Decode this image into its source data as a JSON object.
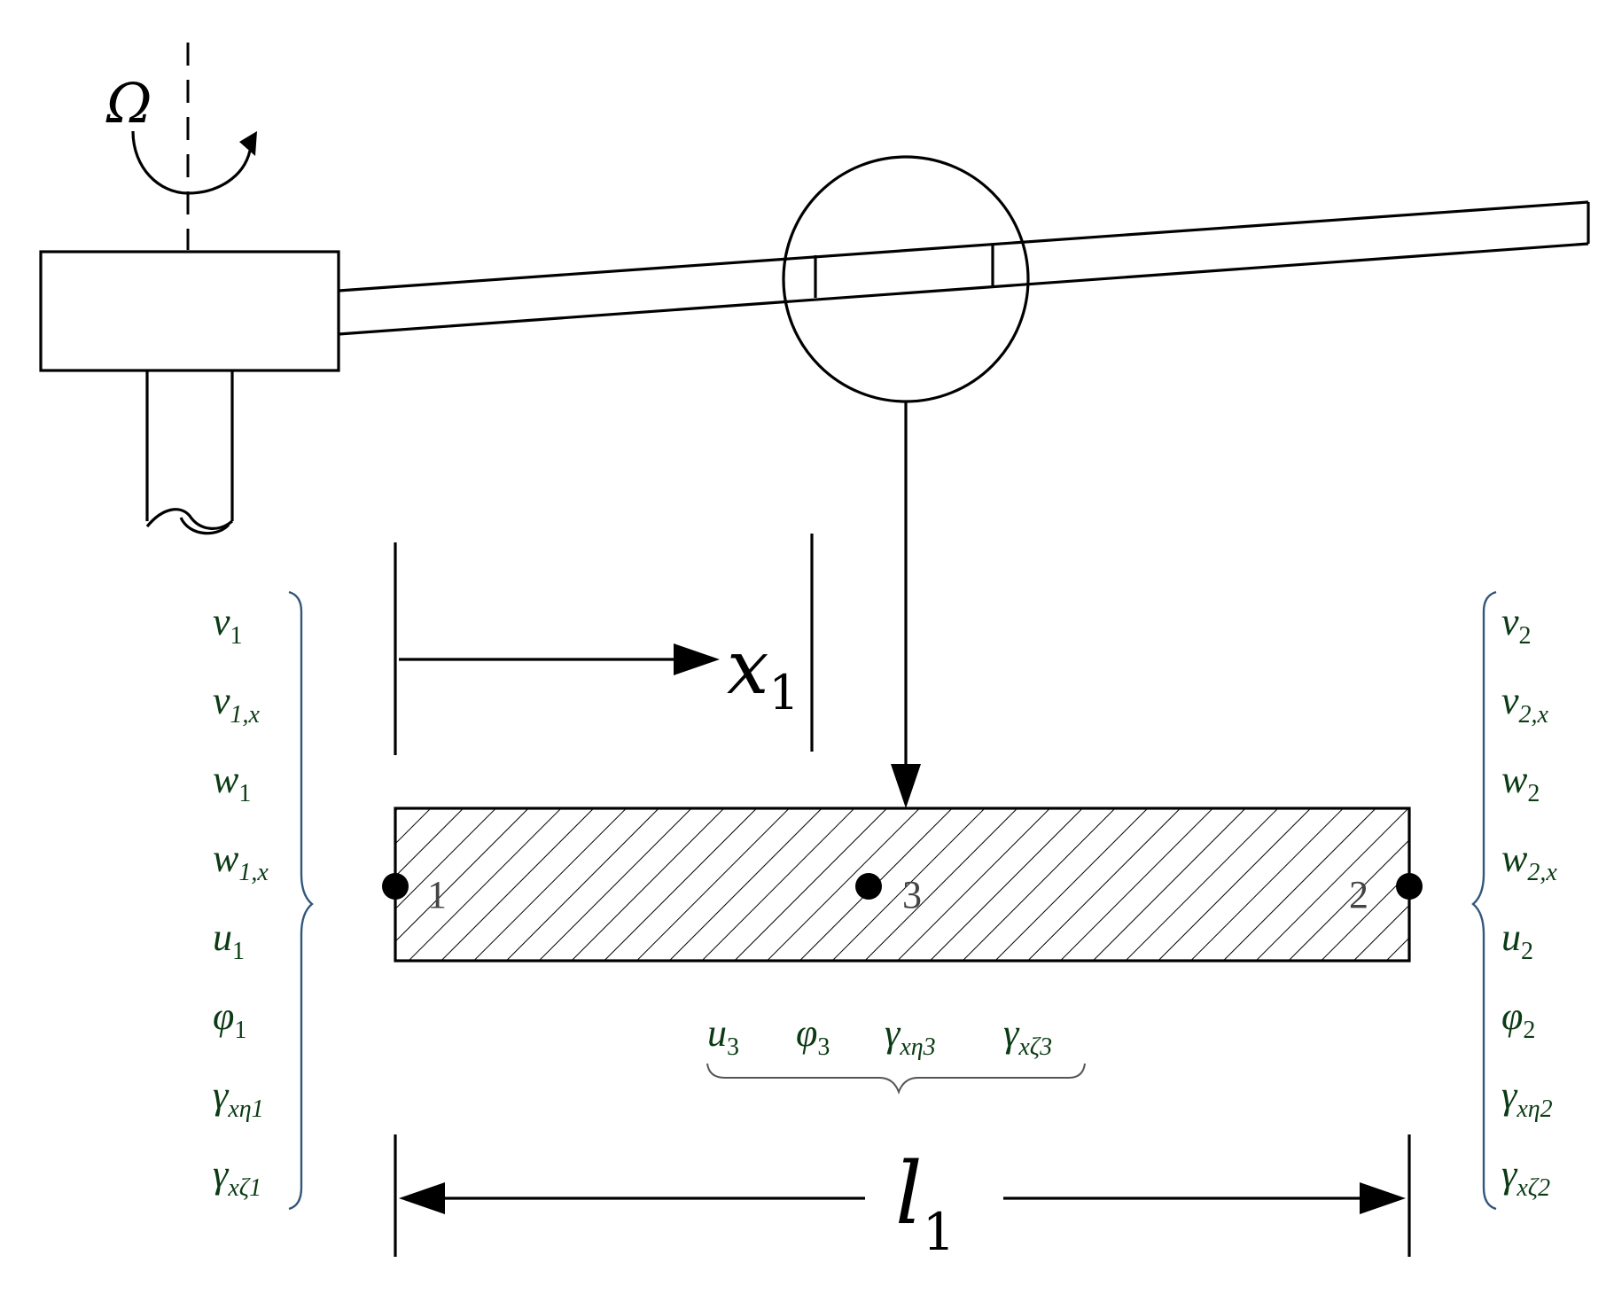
{
  "rotation_label": "Ω",
  "x_label": {
    "base": "x",
    "sub": "1"
  },
  "length_label": {
    "base": "l",
    "sub": "1"
  },
  "node_labels": [
    "1",
    "3",
    "2"
  ],
  "left_dofs": [
    {
      "base": "v",
      "sub": "1"
    },
    {
      "base": "v",
      "sub": "1,x"
    },
    {
      "base": "w",
      "sub": "1"
    },
    {
      "base": "w",
      "sub": "1,x"
    },
    {
      "base": "u",
      "sub": "1"
    },
    {
      "base": "φ",
      "sub": "1"
    },
    {
      "base": "γ",
      "sub": "xη1"
    },
    {
      "base": "γ",
      "sub": "xζ1"
    }
  ],
  "right_dofs": [
    {
      "base": "v",
      "sub": "2"
    },
    {
      "base": "v",
      "sub": "2,x"
    },
    {
      "base": "w",
      "sub": "2"
    },
    {
      "base": "w",
      "sub": "2,x"
    },
    {
      "base": "u",
      "sub": "2"
    },
    {
      "base": "φ",
      "sub": "2"
    },
    {
      "base": "γ",
      "sub": "xη2"
    },
    {
      "base": "γ",
      "sub": "xζ2"
    }
  ],
  "middle_dofs": [
    {
      "base": "u",
      "sub": "3"
    },
    {
      "base": "φ",
      "sub": "3"
    },
    {
      "base": "γ",
      "sub": "xη3"
    },
    {
      "base": "γ",
      "sub": "xζ3"
    }
  ]
}
